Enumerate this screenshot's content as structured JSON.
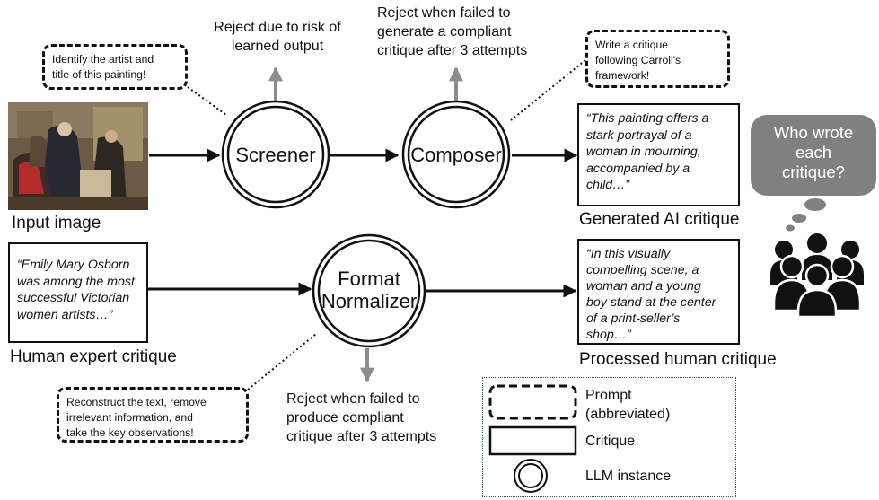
{
  "input_label": "Input image",
  "human_critique_label": "Human expert critique",
  "generated_label": "Generated AI critique",
  "processed_label": "Processed human critique",
  "nodes": {
    "screener": "Screener",
    "composer": "Composer",
    "normalizer_line1": "Format",
    "normalizer_line2": "Normalizer"
  },
  "rejections": {
    "screener": [
      "Reject due to risk of",
      "learned output"
    ],
    "composer": [
      "Reject when failed to",
      "generate a compliant",
      "critique after 3 attempts"
    ],
    "normalizer": [
      "Reject when failed to",
      "produce compliant",
      "critique after 3 attempts"
    ]
  },
  "prompts": {
    "screener": [
      "Identify the artist and",
      "title of this painting!"
    ],
    "composer": [
      "Write a critique",
      "following Carroll's",
      "framework!"
    ],
    "normalizer": [
      "Reconstruct the text, remove",
      "irrelevant information, and",
      "take the key observations!"
    ]
  },
  "critiques": {
    "human_input": [
      "“Emily Mary Osborn",
      "was among the most",
      "successful Victorian",
      "women artists…”"
    ],
    "generated": [
      "“This painting offers a",
      "stark portrayal of a",
      "woman in mourning,",
      "accompanied by a",
      "child…”"
    ],
    "processed": [
      "“In this visually",
      "compelling scene, a",
      "woman and a young",
      "boy stand at the center",
      "of a print-seller’s",
      "shop…”"
    ]
  },
  "thought_bubble": [
    "Who wrote",
    "each",
    "critique?"
  ],
  "legend": {
    "prompt": [
      "Prompt",
      "(abbreviated)"
    ],
    "critique": "Critique",
    "llm": "LLM instance"
  },
  "colors": {
    "arrow": "#111111",
    "reject_arrow": "#8c8c8c",
    "bubble": "#808080",
    "crowd": "#111111"
  },
  "icons": {
    "audience": "people-group-icon",
    "painting": "painting-image"
  }
}
